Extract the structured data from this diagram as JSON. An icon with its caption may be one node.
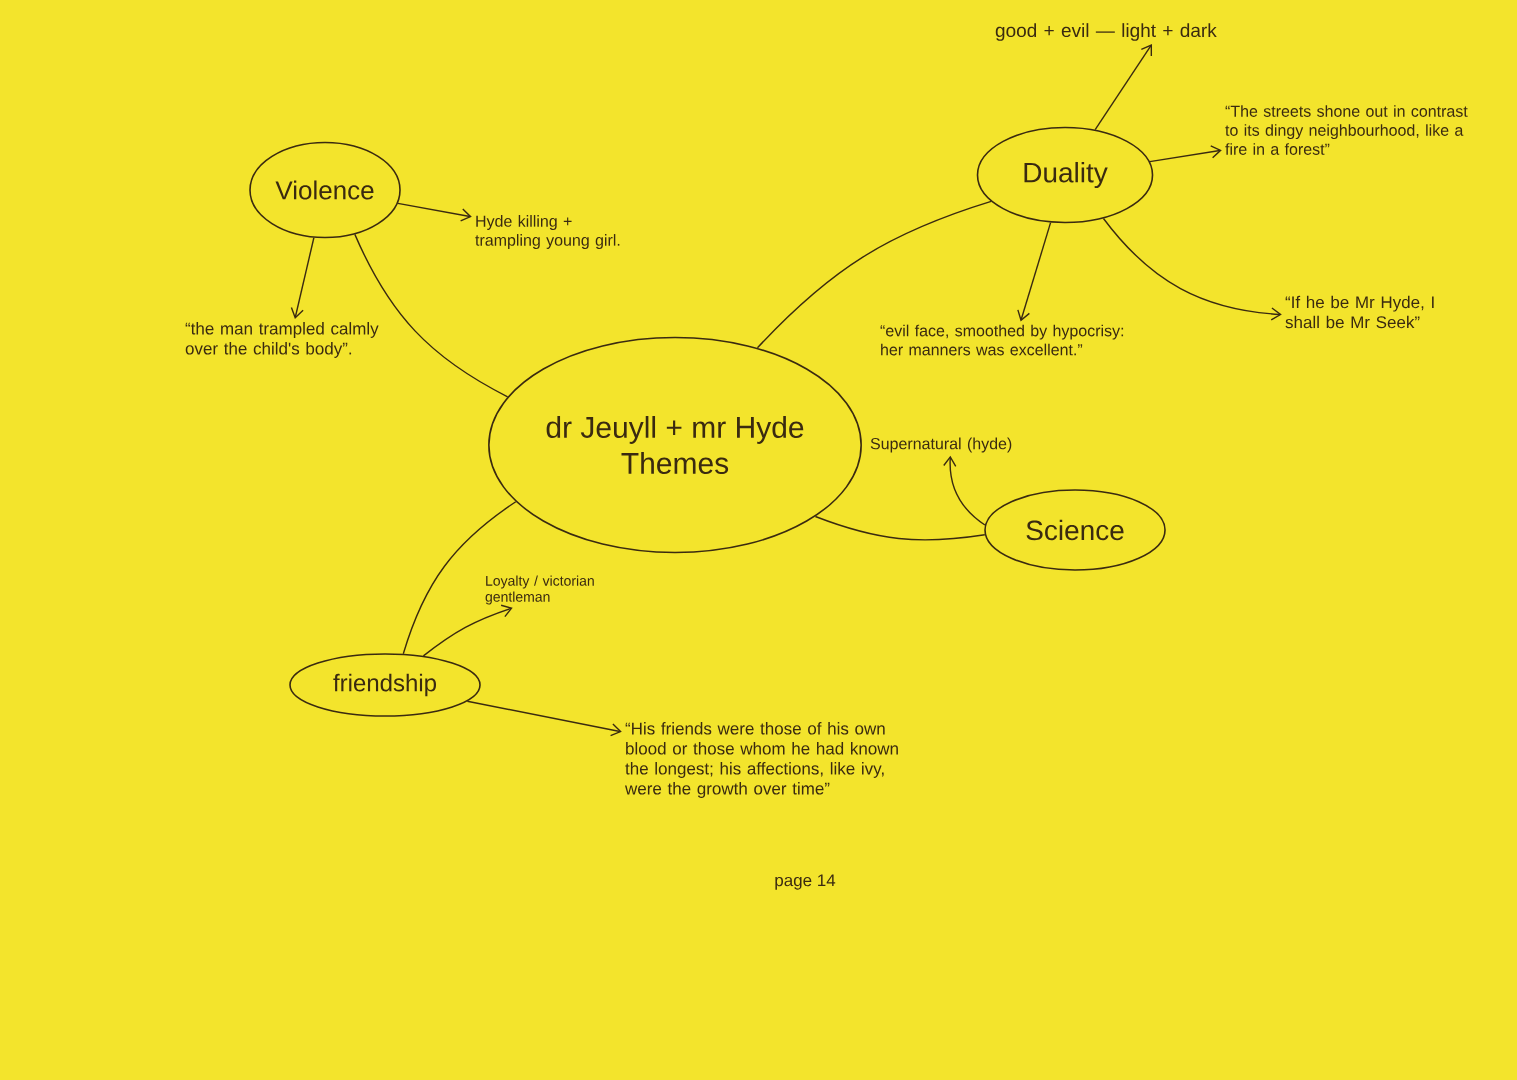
{
  "diagram": {
    "nodes": [
      {
        "text": [
          "dr Jeuyll + mr Hyde",
          "Themes"
        ]
      },
      {
        "text": [
          "Violence"
        ]
      },
      {
        "text": [
          "Duality"
        ]
      },
      {
        "text": [
          "Science"
        ]
      },
      {
        "text": [
          "friendship"
        ]
      },
      {
        "text": [
          "Hyde killing + trampling young girl."
        ]
      },
      {
        "text": [
          "“the man trampled calmly over the child's body”."
        ]
      },
      {
        "text": [
          "good + evil — light + dark"
        ]
      },
      {
        "text": [
          "“The streets shone out in contrast to its dingy neighbourhood, like a fire in a forest”"
        ]
      },
      {
        "text": [
          "“evil face, smoothed by hypocrisy: her manners was excellent.”"
        ]
      },
      {
        "text": [
          "“If he be Mr Hyde, I shall be Mr Seek”"
        ]
      },
      {
        "text": [
          "Supernatural (hyde)"
        ]
      },
      {
        "text": [
          "Loyalty / victorian gentleman"
        ]
      },
      {
        "text": [
          "“His friends were those of his own blood or those whom he had known the longest; his affections, like ivy, were the growth over time”"
        ]
      }
    ],
    "edges": [
      {
        "from": 0,
        "to": 1,
        "arrow": "none"
      },
      {
        "from": 0,
        "to": 2,
        "arrow": "none"
      },
      {
        "from": 0,
        "to": 3,
        "arrow": "none"
      },
      {
        "from": 0,
        "to": 4,
        "arrow": "none"
      },
      {
        "from": 1,
        "to": 5,
        "arrow": "to"
      },
      {
        "from": 1,
        "to": 6,
        "arrow": "to"
      },
      {
        "from": 2,
        "to": 7,
        "arrow": "to"
      },
      {
        "from": 2,
        "to": 8,
        "arrow": "to"
      },
      {
        "from": 2,
        "to": 9,
        "arrow": "to"
      },
      {
        "from": 2,
        "to": 10,
        "arrow": "to"
      },
      {
        "from": 3,
        "to": 11,
        "arrow": "to"
      },
      {
        "from": 4,
        "to": 12,
        "arrow": "to"
      },
      {
        "from": 4,
        "to": 13,
        "arrow": "to"
      }
    ],
    "labels": [
      "page 14"
    ]
  }
}
